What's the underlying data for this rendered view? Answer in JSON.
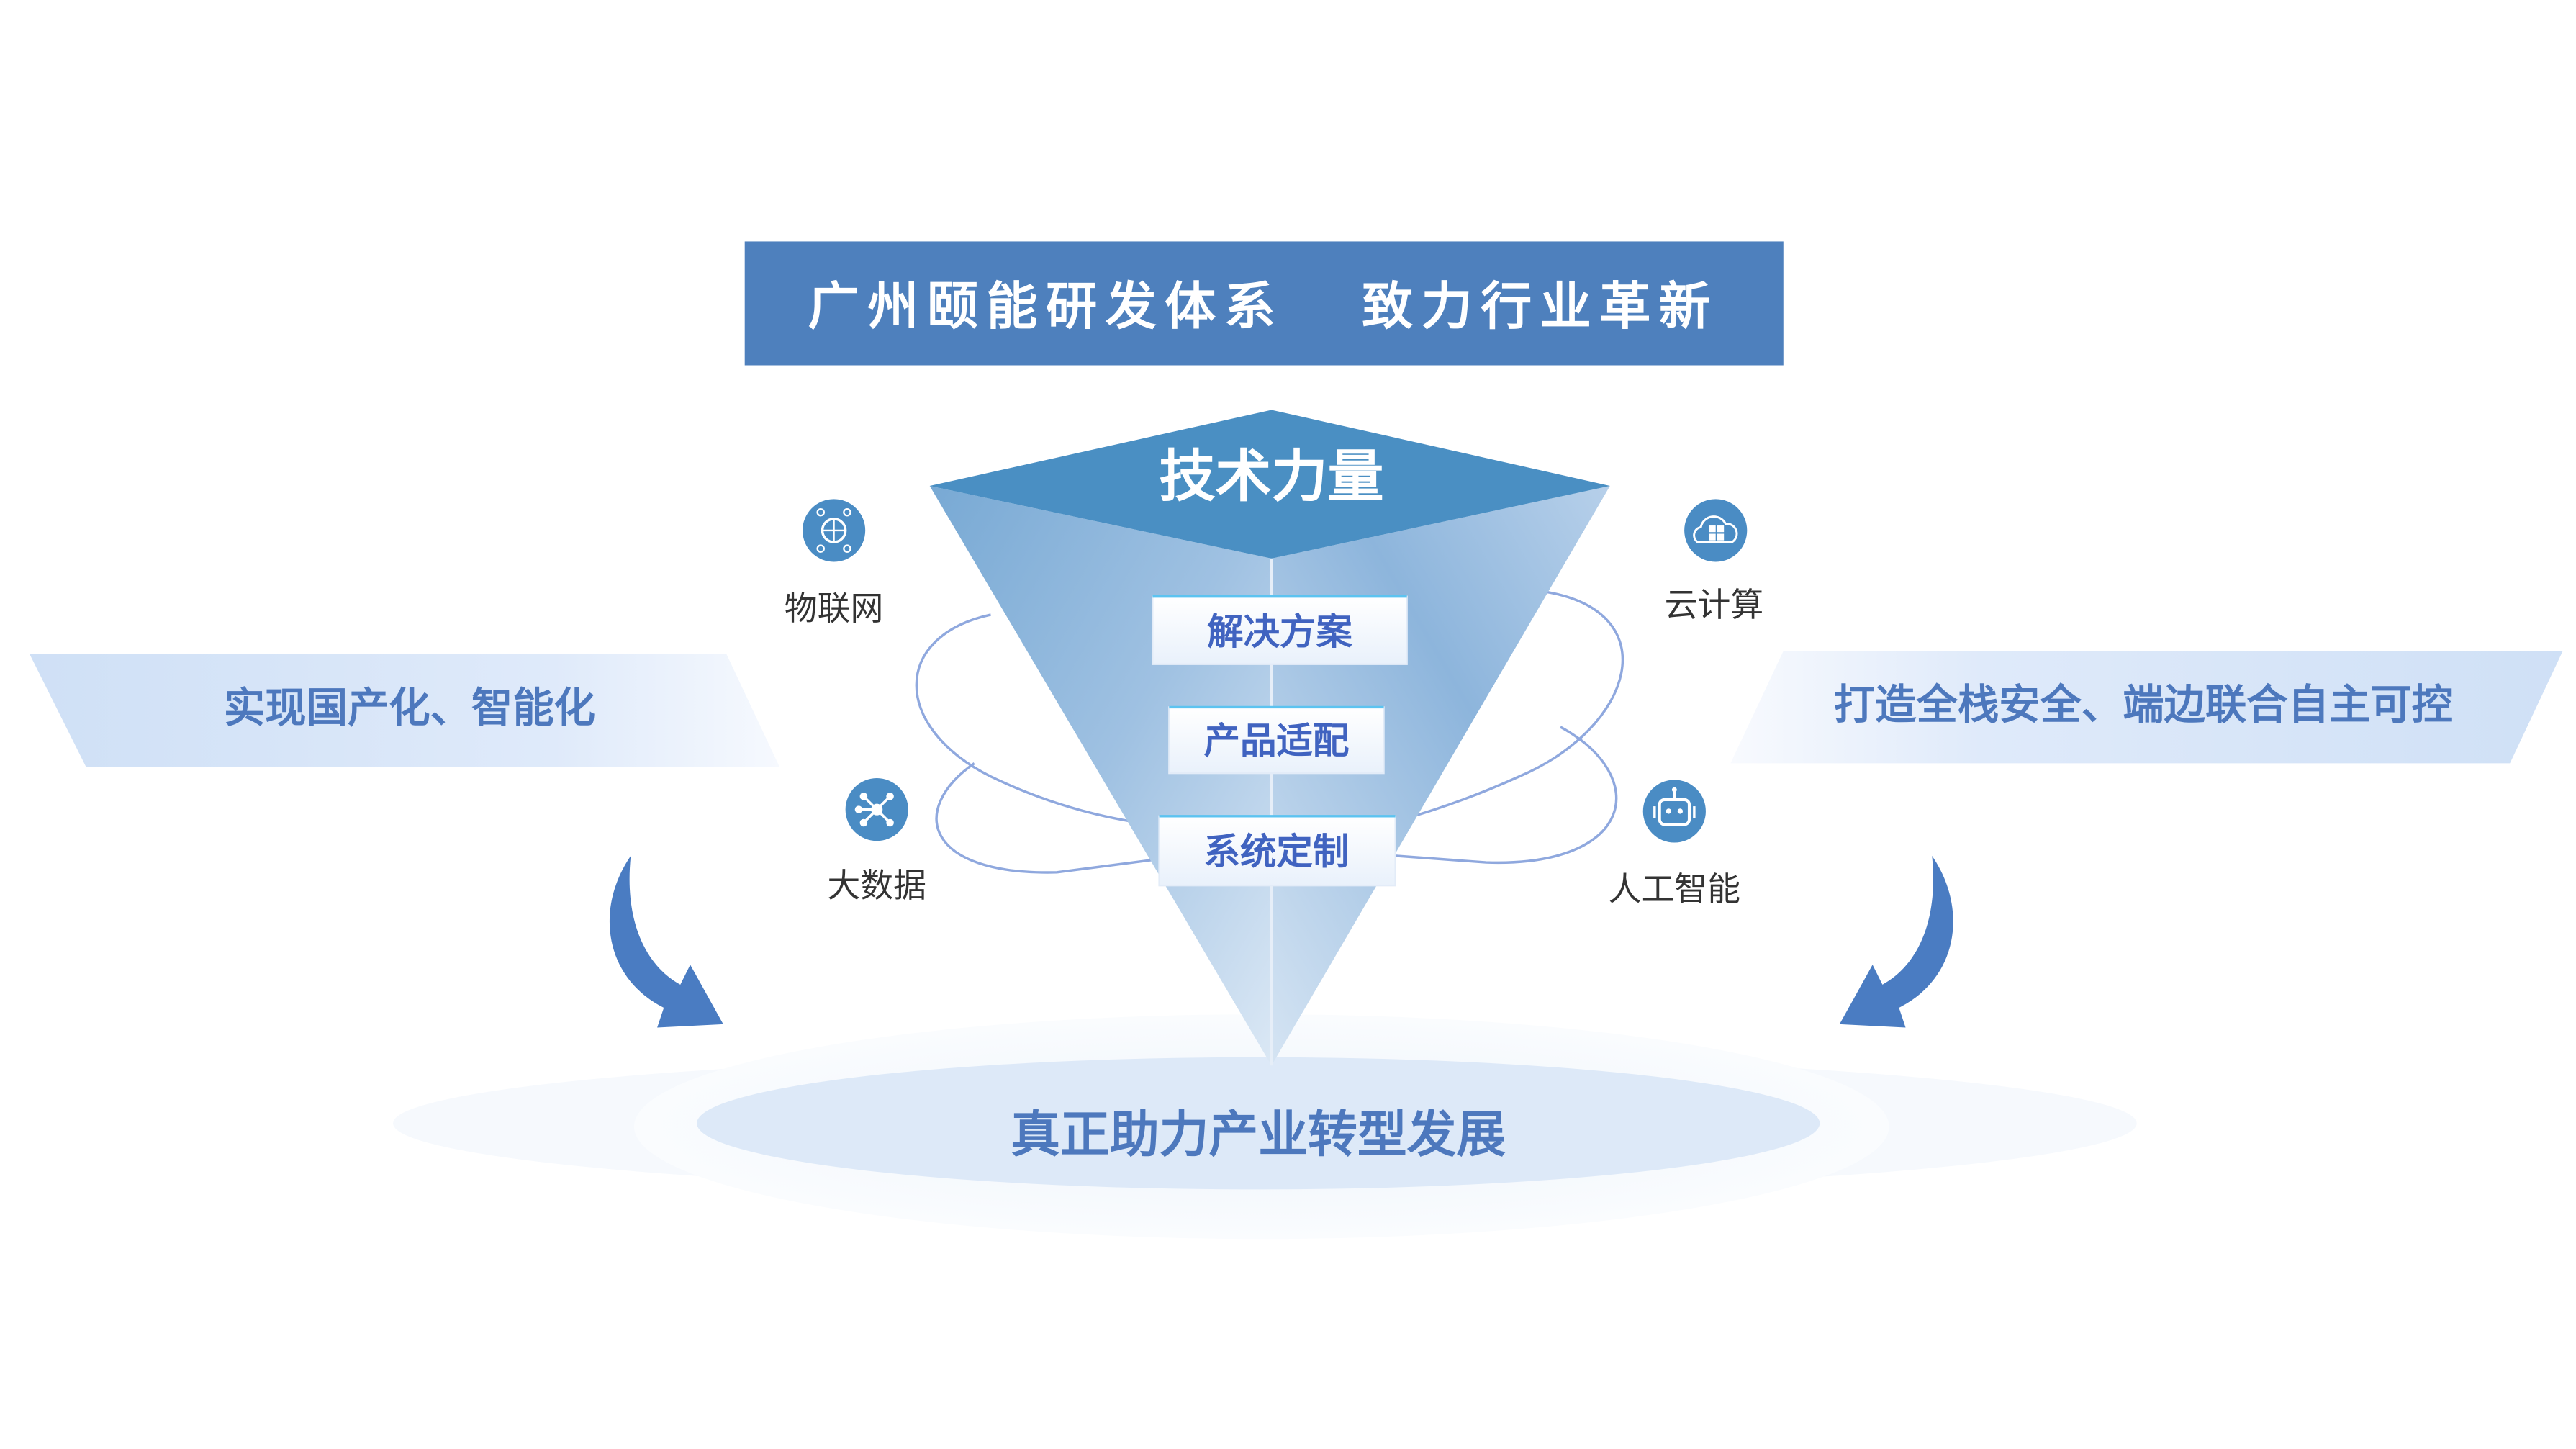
{
  "header": {
    "title": "广州颐能研发体系   致力行业革新"
  },
  "funnel": {
    "top_label": "技术力量",
    "layers": [
      "解决方案",
      "产品适配",
      "系统定制"
    ]
  },
  "tech_icons": [
    {
      "label": "物联网",
      "icon": "iot-globe-icon"
    },
    {
      "label": "云计算",
      "icon": "cloud-computing-icon"
    },
    {
      "label": "大数据",
      "icon": "big-data-network-icon"
    },
    {
      "label": "人工智能",
      "icon": "robot-ai-icon"
    }
  ],
  "banners": {
    "left": "实现国产化、智能化",
    "right": "打造全栈安全、端边联合自主可控"
  },
  "bottom": {
    "text": "真正助力产业转型发展"
  },
  "colors": {
    "primary": "#4e80bd",
    "funnel_top": "#4a8fc3",
    "accent_text": "#4063c0",
    "icon_bg": "#4a8cc4"
  }
}
